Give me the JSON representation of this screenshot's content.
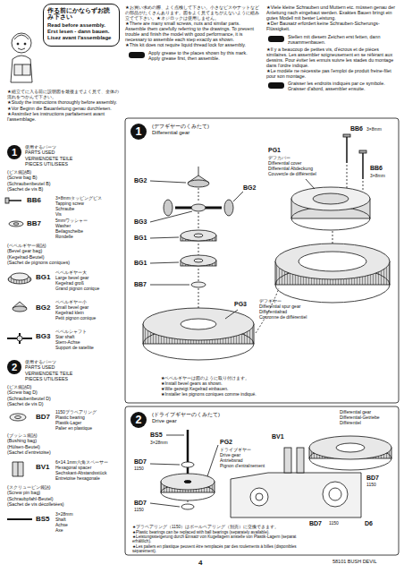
{
  "diagram": {
    "nodes": [
      {
        "text": [
          "作る前にかならずお読み下さい",
          "Read before assembly. Erst lesen - dann bauen. Lisez avant l'assemblage"
        ]
      },
      {
        "text": [
          "1"
        ]
      },
      {
        "text": [
          "2"
        ]
      },
      {
        "text": [
          "1"
        ]
      },
      {
        "text": [
          "2"
        ]
      }
    ],
    "labels": [
      "★組立てに入る前に説明図を最後までよく見て、全体の流れをつかんで下さい。",
      "★Study the instructions thoroughly before assembly.",
      "★Vor Beginn die Bauanleitung genau durchlesen.",
      "★Assimilez les instructions parfaitement avant l'assemblage.",
      "★お買い求めの際、よく点検して下さい。小さなビスやナットなどの部品がたくさんあります。図をよく見てまちがえないように組み立てて下さい。★ネジロックは使用しません。",
      "★There are many small screws, nuts and similar parts. Assemble them carefully referring to the drawings. To prevent trouble and finish the model with good performance, it is necessary to assemble each step exactly as shown.",
      "★This kit does not require liquid thread lock for assembly.",
      "Apply grease to the places shown by this mark.",
      "Apply grease first, then assemble.",
      "★Viele kleine Schrauben und Muttern etc. müssen genau der Anleitung nach eingebaut werden. Exaktes Bauen bringt ein gutes Modell mit bester Leistung.",
      "★Der Bausatz erfordert keine Schrauben-Sicherungs-Flüssigkeit.",
      "Stellen mit diesem Zeichen erst fetten, dann zusammenbauen.",
      "★Il y a beaucoup de petites vis, d'écrous et de pièces similaires. Les assembler soigneusement en se référant aux dessins. Pour éviter les ennuis suivre les stades du montage dans l'ordre indiqué.",
      "★Le modèle ne nécessite pas l'emploi de produit freine-filet pour son montage.",
      "Graisser les endroits indiqués par ce symbole. Graisser d'abord, assembler ensuite.",
      "使用するパーツ",
      "PARTS USED",
      "VERWENDETE TEILE",
      "PIECES UTILISEES",
      "(ビス袋詰B)",
      "(Screw bag B)",
      "(Schraubenbeutel B)",
      "(Sachet de vis B)",
      "BB6",
      "3×8mmタッピングビス",
      "Tapping screw",
      "Schraube",
      "Vis",
      "BB7",
      "5mmワッシャー",
      "Washer",
      "Beilagscheibe",
      "Rondelle",
      "(ベベルギヤー袋詰)",
      "(Bevel gear bag)",
      "(Kegelrad-Beutel)",
      "(Sachet de pignons coniques)",
      "BG1",
      "ベベルギヤー大",
      "Large bevel gear",
      "Kegelrad groß",
      "Grand pignon conique",
      "BG2",
      "ベベルギヤー小",
      "Small bevel gear",
      "Kegelrad klein",
      "Petit pignon conique",
      "BG3",
      "ベベルシャフト",
      "Star shaft",
      "Stern-Achse",
      "Support de satellite",
      "使用するパーツ",
      "PARTS USED",
      "VERWENDETE TEILE",
      "PIECES UTILISEES",
      "(ビス袋詰D)",
      "(Screw bag D)",
      "(Schraubenbeutel D)",
      "(Sachet de vis D)",
      "BD7",
      "1150プラベアリング",
      "Plastic bearing",
      "Plastik-Lager",
      "Palier en plastique",
      "(ブッシュ袋詰)",
      "(Bushing bag)",
      "(Hülsen-Beutel)",
      "(Sachet d'entretoise)",
      "BV1",
      "6×14.1mm六角スペーサー",
      "Hexagonal spacer",
      "Sechskant-Abstandsstück",
      "Entretoise hexagonale",
      "(スクリューピン袋詰)",
      "(Screw pin bag)",
      "(Schraubpfahl-Beutel)",
      "(Sachet de vis décolletées)",
      "BS5",
      "3×28mm",
      "Shaft",
      "Achse",
      "Axe",
      "(デフギヤーのくみたて)",
      "Differential gear",
      "BB6",
      "3×8mm",
      "BB6",
      "3×8mm",
      "PG1",
      "デフカバー",
      "Differential cover",
      "Differential Abdeckung",
      "Couvercle de différentiel",
      "BG2",
      "BG2",
      "BG3",
      "BG1",
      "BG1",
      "BB7",
      "PG3",
      "デフギヤー",
      "Differential spur gear",
      "Differentialrad",
      "Couronne de différentiel",
      "★ベベルギヤーは図のように取り付けます。",
      "★Install bevel gears as shown.",
      "★Wie gezeigt Kegelrad einbauen.",
      "★Installer les pignons coniques comme indiqué.",
      "(ドライブギヤーのくみたて)",
      "Drive gear",
      "BS5",
      "3×28mm",
      "PG2",
      "ドライブギヤー",
      "Drive gear",
      "Antriebsrad",
      "Pignon d'entraînement",
      "BD7",
      "1150",
      "BD7",
      "1150",
      "BV1",
      "Differential gear",
      "Differential-Getriebe",
      "Différentiel",
      "BD7",
      "1150",
      "BD7",
      "1150",
      "D6",
      "★プラベアリング（1150）はボールベアリング（別売）に交換できます。",
      "★Plastic bearings can be replaced with ball bearings (separately available).",
      "★Leistungssteigerung durch Einsatz von Kugellagern anstelle von Plastik-Lagern (separat erhältlich).",
      "★Les paliers en plastique peuvent être remplacés par des roulements à billes (disponibles séparément).",
      "58101 BUSH DEVIL",
      "4"
    ]
  }
}
